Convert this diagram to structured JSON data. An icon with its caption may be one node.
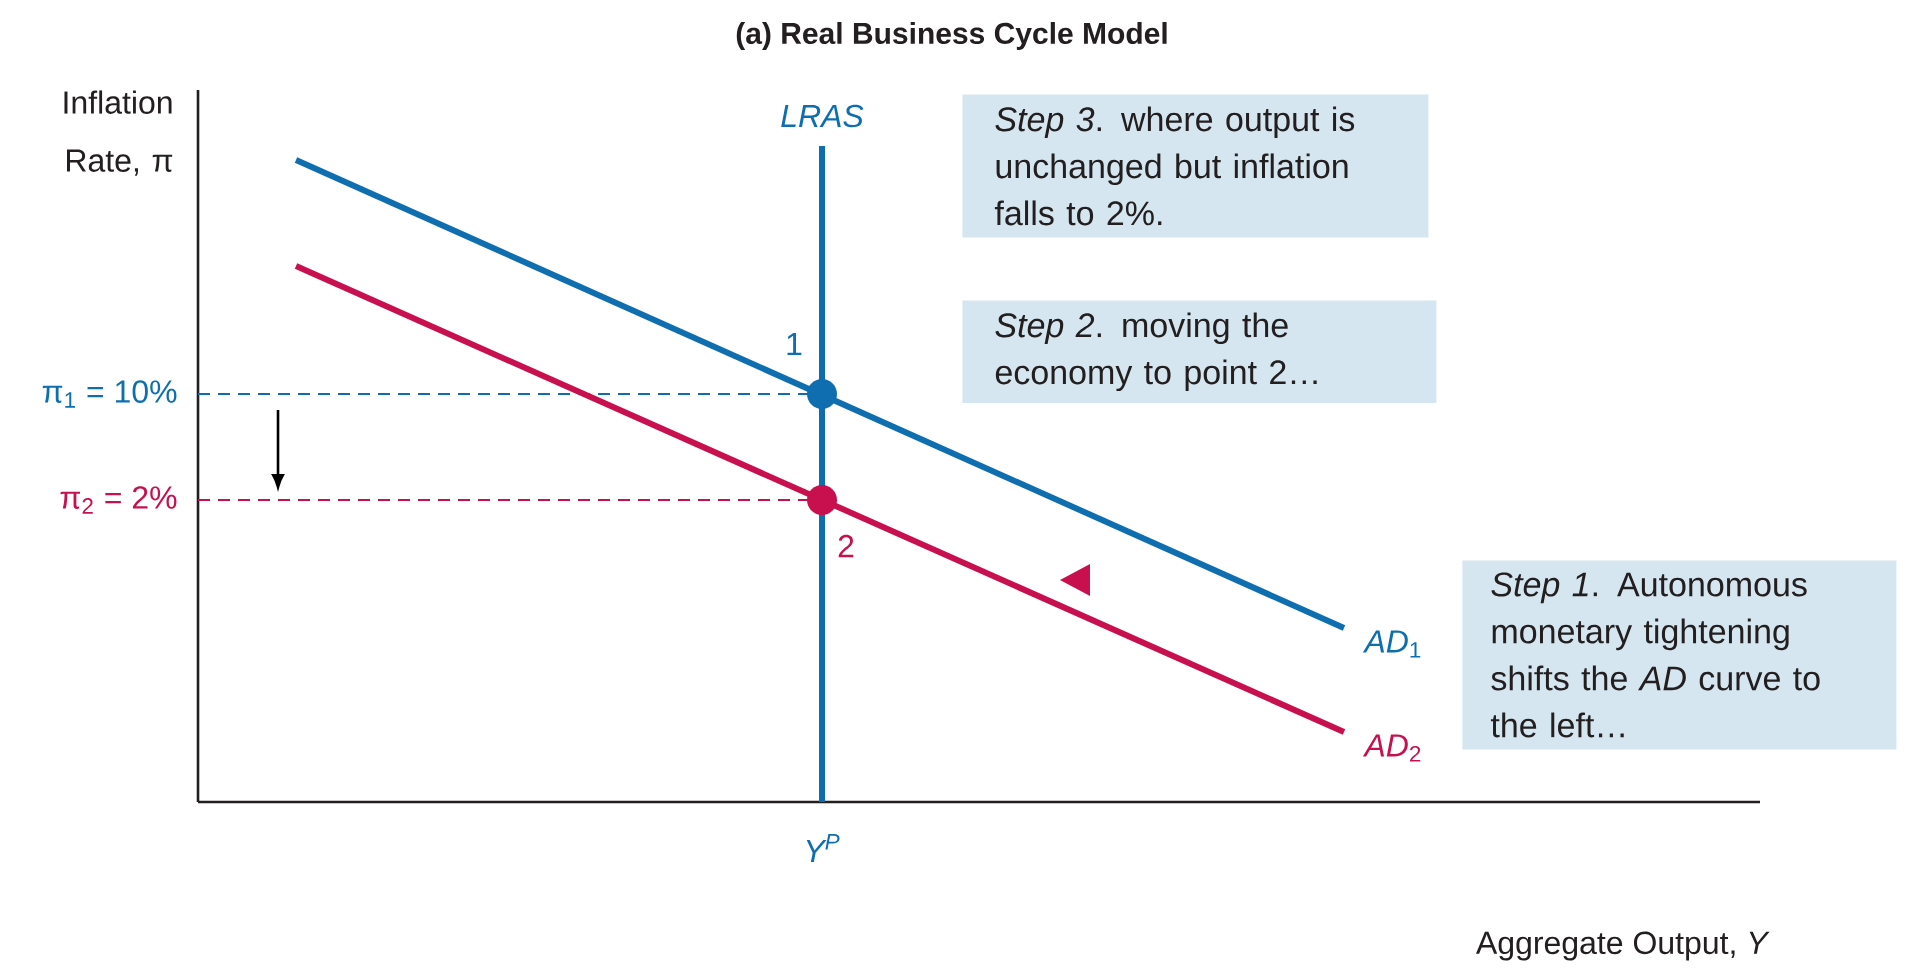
{
  "diagram": {
    "title": "(a) Real Business Cycle Model",
    "nodes": [
      {
        "text": [
          "*Step 3*. where output is unchanged but inflation falls to 2%."
        ]
      },
      {
        "text": [
          "*Step 2*. moving the economy to point 2…"
        ]
      },
      {
        "text": [
          "*Step 1*. Autonomous monetary tightening shifts the *AD* curve to the left…"
        ]
      }
    ],
    "edges": [],
    "labels": [
      "Inflation Rate, π",
      "LRAS",
      "1",
      "π$_{1}$ = 10%",
      "π$_{2}$ = 2%",
      "2",
      "*AD*$_{1}$",
      "*AD*$_{2}$",
      "Y$^{P}$",
      "Aggregate Output, *Y*"
    ]
  }
}
